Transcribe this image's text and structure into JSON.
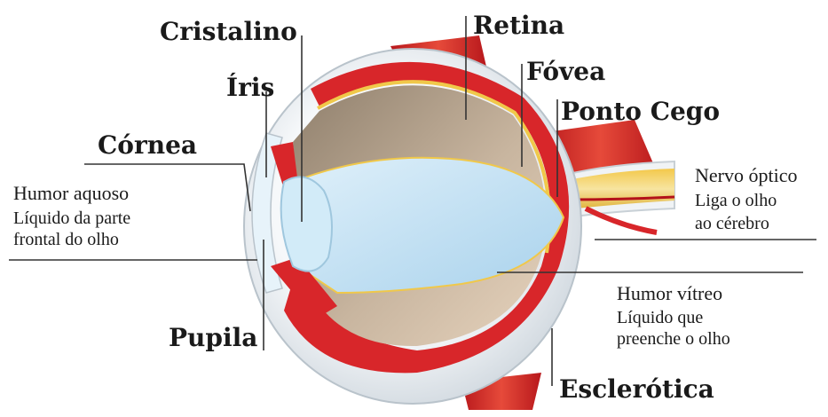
{
  "labels": {
    "cristalino": "Cristalino",
    "retina": "Retina",
    "fovea": "Fóvea",
    "iris": "Íris",
    "ponto_cego": "Ponto Cego",
    "cornea": "Córnea",
    "humor_aquoso_title": "Humor aquoso",
    "humor_aquoso_desc_1": "Líquido da parte",
    "humor_aquoso_desc_2": "frontal do olho",
    "nervo_optico_title": "Nervo óptico",
    "nervo_optico_desc_1": "Liga o olho",
    "nervo_optico_desc_2": "ao cérebro",
    "humor_vitreo_title": "Humor vítreo",
    "humor_vitreo_desc_1": "Líquido que",
    "humor_vitreo_desc_2": "preenche o olho",
    "pupila": "Pupila",
    "esclerotica": "Esclerótica"
  },
  "colors": {
    "sclera": "#e9eef2",
    "choroid_red": "#d8262a",
    "retina_interior": "#b8a48e",
    "vitreous": "#c6e3f4",
    "lens": "#d8eefa",
    "nerve_yellow": "#f3d86a"
  }
}
